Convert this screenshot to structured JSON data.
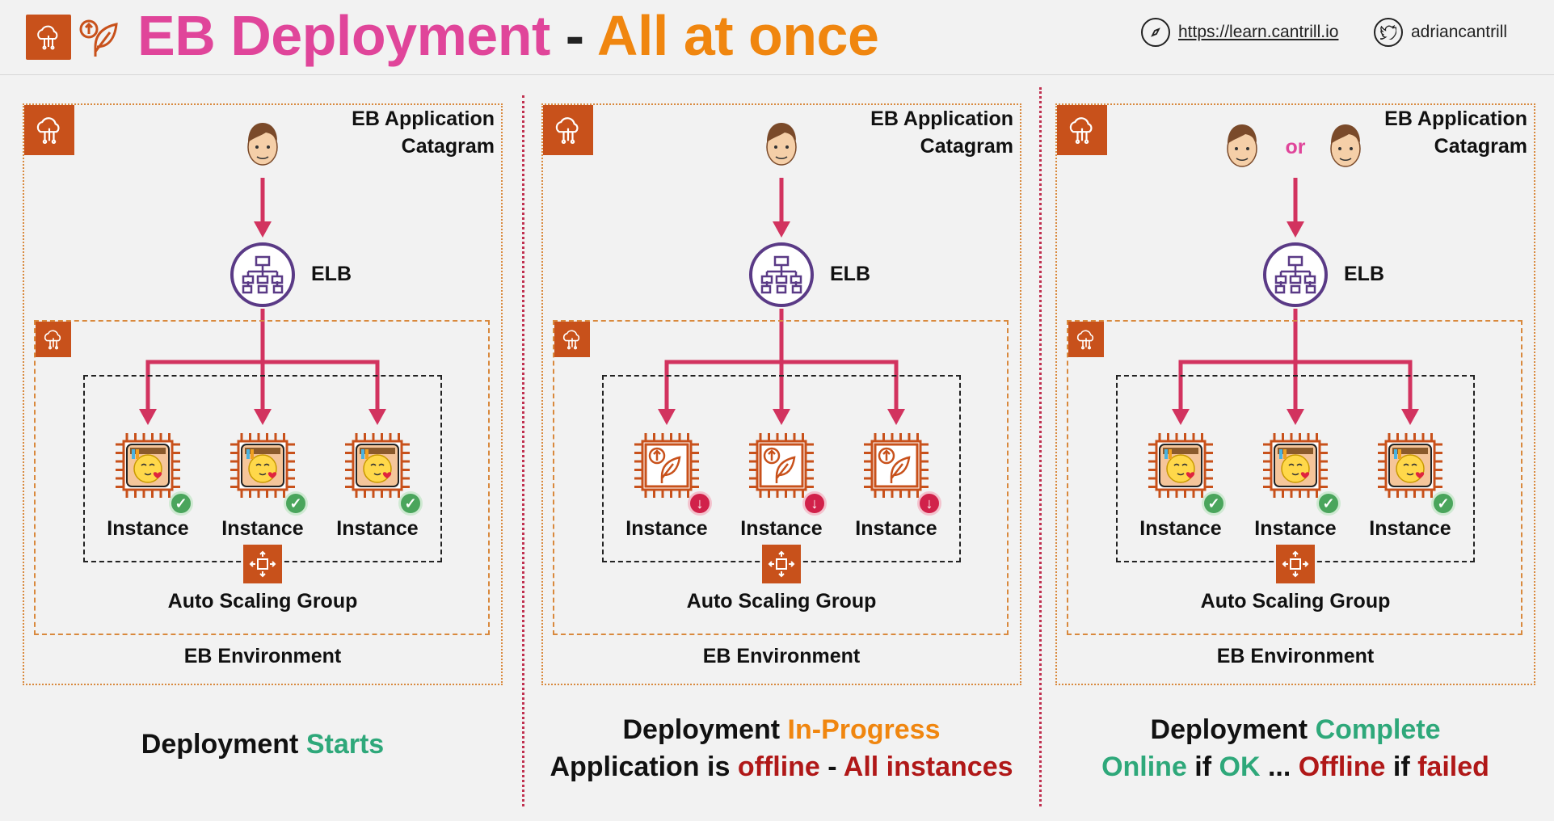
{
  "header": {
    "title_part1": "EB Deployment",
    "title_sep": " - ",
    "title_part2": "All at once",
    "link_text": "https://learn.cantrill.io",
    "twitter_handle": "adriancantrill"
  },
  "panels": [
    {
      "app_line1": "EB Application",
      "app_line2": "Catagram",
      "elb": "ELB",
      "instances": [
        "Instance",
        "Instance",
        "Instance"
      ],
      "instance_state": "cat-app",
      "badge": "ok",
      "asg": "Auto Scaling Group",
      "env": "EB Environment",
      "caption_lines": [
        [
          {
            "text": "Deployment ",
            "color": "dark"
          },
          {
            "text": "Starts",
            "color": "green"
          }
        ]
      ]
    },
    {
      "app_line1": "EB Application",
      "app_line2": "Catagram",
      "elb": "ELB",
      "instances": [
        "Instance",
        "Instance",
        "Instance"
      ],
      "instance_state": "eb-deploying",
      "badge": "bad",
      "asg": "Auto Scaling Group",
      "env": "EB Environment",
      "caption_lines": [
        [
          {
            "text": "Deployment ",
            "color": "dark"
          },
          {
            "text": "In-Progress",
            "color": "orange"
          }
        ],
        [
          {
            "text": "Application is ",
            "color": "dark"
          },
          {
            "text": "offline",
            "color": "red"
          },
          {
            "text": " - ",
            "color": "dark"
          },
          {
            "text": "All instances",
            "color": "red"
          }
        ]
      ]
    },
    {
      "app_line1": "EB Application",
      "app_line2": "Catagram",
      "or_text": "or",
      "elb": "ELB",
      "instances": [
        "Instance",
        "Instance",
        "Instance"
      ],
      "instance_state": "cat-app",
      "badge": "ok",
      "asg": "Auto Scaling Group",
      "env": "EB Environment",
      "caption_lines": [
        [
          {
            "text": "Deployment ",
            "color": "dark"
          },
          {
            "text": "Complete",
            "color": "green"
          }
        ],
        [
          {
            "text": "Online",
            "color": "green"
          },
          {
            "text": " if ",
            "color": "dark"
          },
          {
            "text": "OK",
            "color": "green"
          },
          {
            "text": " ... ",
            "color": "dark"
          },
          {
            "text": "Offline",
            "color": "red"
          },
          {
            "text": " if ",
            "color": "dark"
          },
          {
            "text": "failed",
            "color": "red"
          }
        ]
      ]
    }
  ],
  "colors": {
    "title_pink": "#e0459a",
    "title_orange": "#f0860f",
    "arrow": "#d2335f",
    "elb": "#5a3a86",
    "aws_orange": "#c8511b",
    "green": "#2ea87a",
    "red": "#b01818"
  }
}
